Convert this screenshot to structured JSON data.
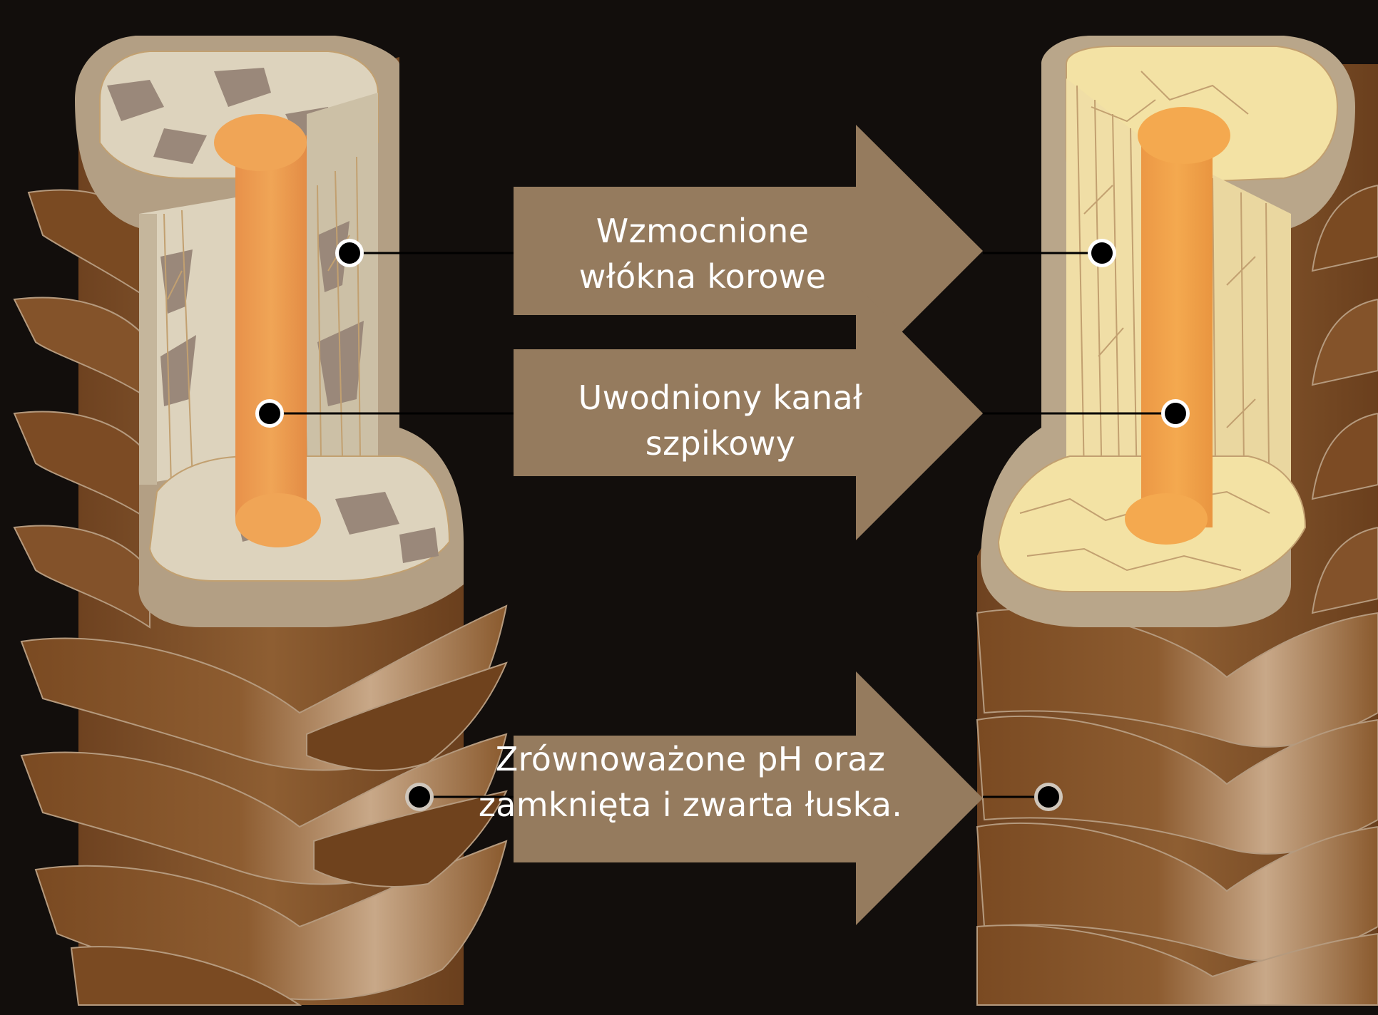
{
  "labels": [
    {
      "line1": "Wzmocnione",
      "line2": "włókna korowe"
    },
    {
      "line1": "Uwodniony kanał",
      "line2": "szpikowy"
    },
    {
      "line1": "Zrównoważone pH oraz",
      "line2": "zamknięta i zwarta łuska."
    }
  ],
  "colors": {
    "background": "#120e0c",
    "arrow": "#957b5e",
    "scale_dark": "#7a4a22",
    "scale_light": "#a27448",
    "medulla": "#f0a14e",
    "cortex_before": "#ddd3bd",
    "cortex_after": "#f1dc9f",
    "pointer": "#000000"
  }
}
